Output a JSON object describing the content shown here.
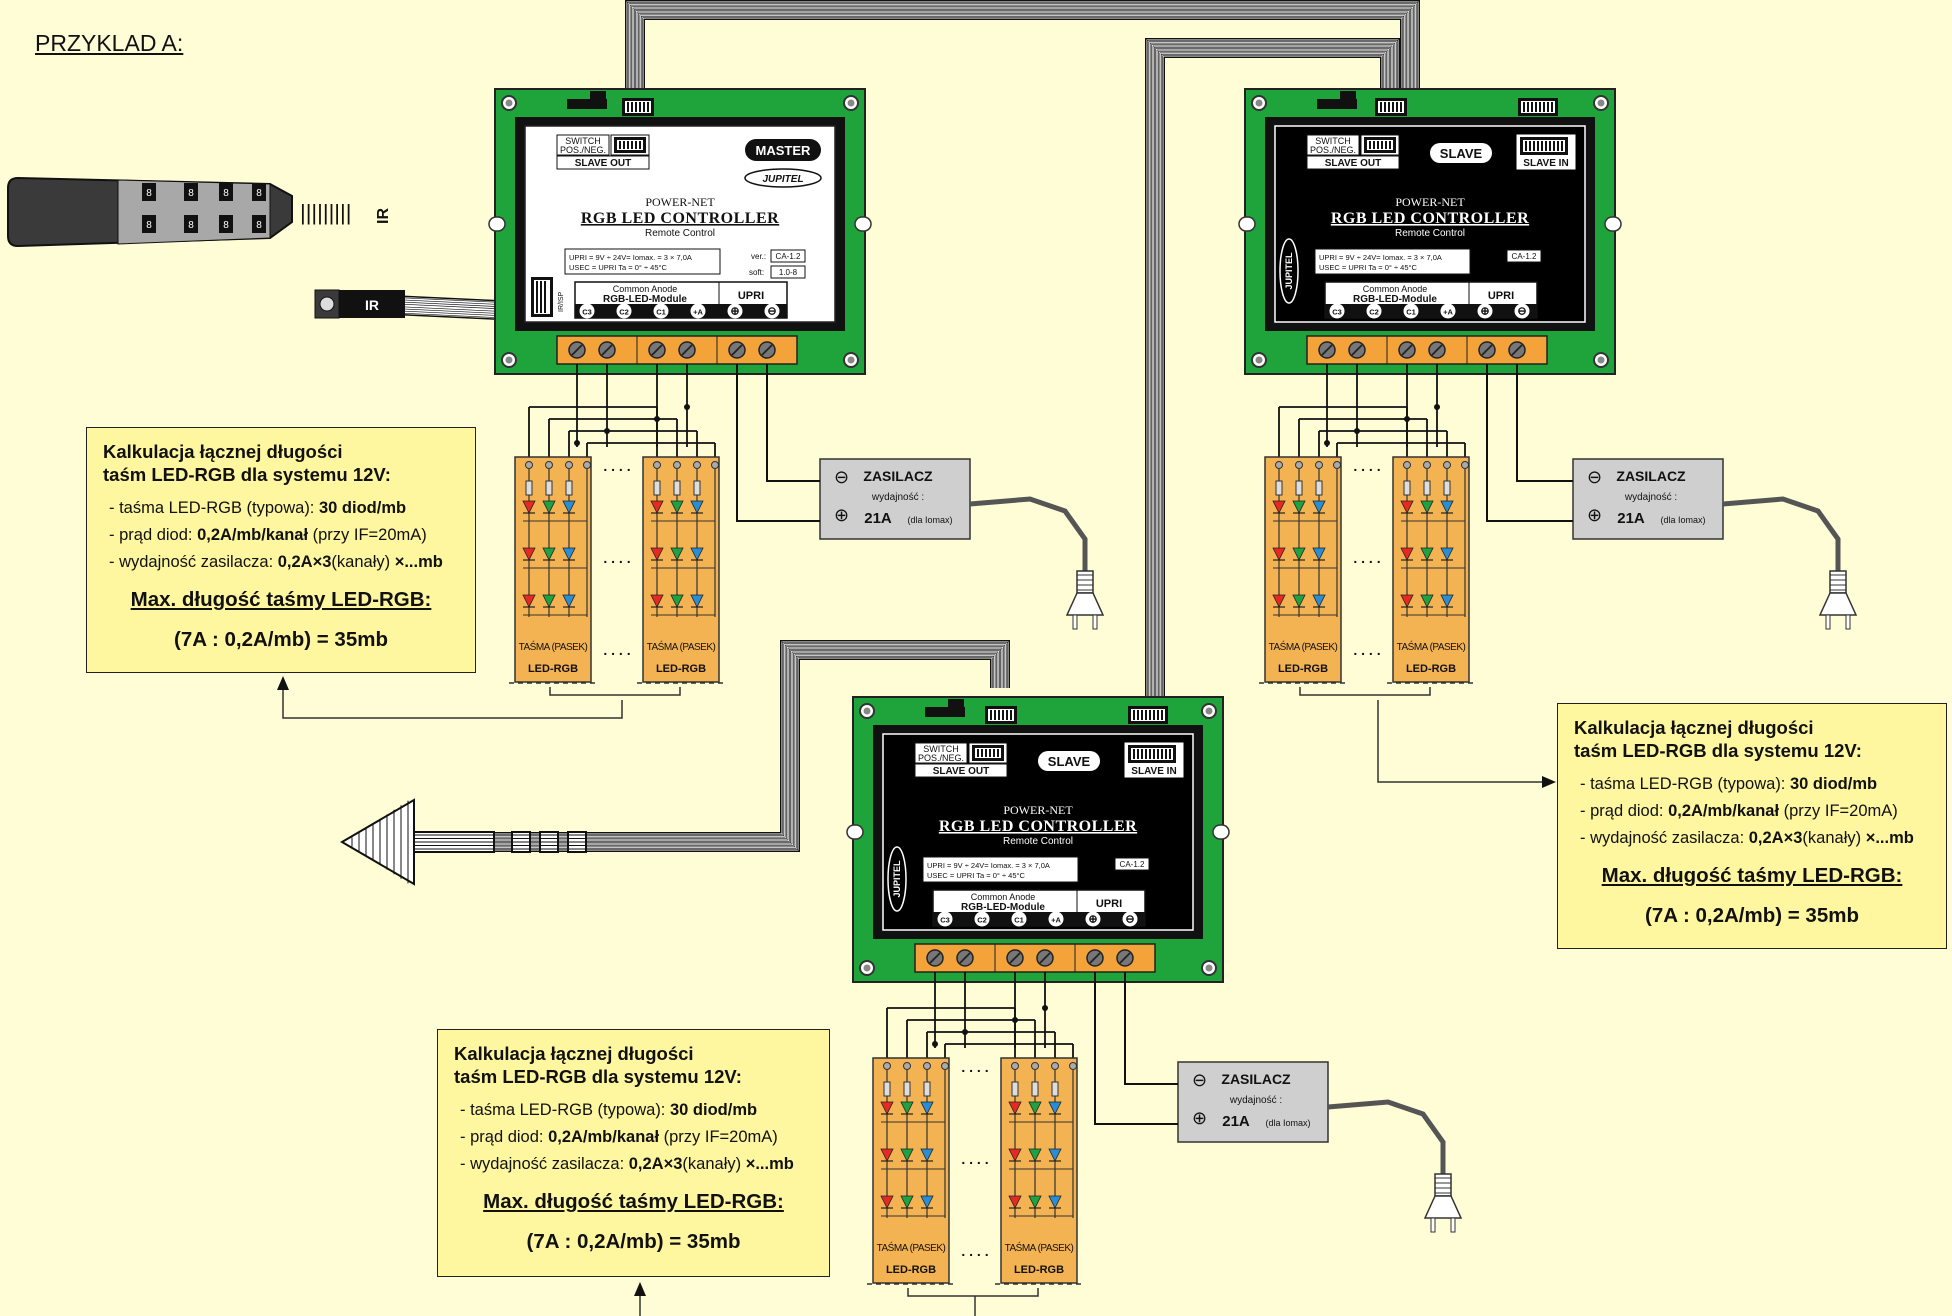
{
  "title": "PRZYKLAD  A:",
  "ir_label": "IR",
  "ir_signal": "|||||||||",
  "remote_buttons": [
    "8",
    "8",
    "8",
    "8"
  ],
  "master": {
    "role": "MASTER",
    "switch": "SWITCH",
    "posneg": "POS./NEG.",
    "slave_out": "SLAVE OUT",
    "brand": "JUPITEL",
    "power_net": "POWER-NET",
    "product": "RGB LED CONTROLLER",
    "remote": "Remote Control",
    "spec1": "UPRI = 9V ÷ 24V=   Iomax. = 3 × 7,0A",
    "spec2": "USEC = UPRI          Ta = 0° ÷ 45°C",
    "ver_label": "ver.:",
    "ver": "CA-1.2",
    "soft_label": "soft:",
    "soft": "1.0-8",
    "ir_isp": "IR/ISP",
    "module_top": "Common Anode",
    "module_bottom": "RGB-LED-Module",
    "upri": "UPRI",
    "terminals": [
      "C3",
      "C2",
      "C1",
      "+A",
      "⊕",
      "⊖"
    ]
  },
  "slave": {
    "role": "SLAVE",
    "switch": "SWITCH",
    "posneg": "POS./NEG.",
    "slave_out": "SLAVE OUT",
    "slave_in": "SLAVE IN",
    "brand": "JUPITEL",
    "power_net": "POWER-NET",
    "product": "RGB LED CONTROLLER",
    "remote": "Remote Control",
    "spec1": "UPRI = 9V ÷ 24V=   Iomax. = 3 × 7,0A",
    "spec2": "USEC = UPRI          Ta = 0° ÷ 45°C",
    "ver": "CA-1.2",
    "module_top": "Common Anode",
    "module_bottom": "RGB-LED-Module",
    "upri": "UPRI",
    "terminals": [
      "C3",
      "C2",
      "C1",
      "+A",
      "⊕",
      "⊖"
    ]
  },
  "psu": {
    "name": "ZASILACZ",
    "capacity_label": "wydajność :",
    "value": "21A",
    "value_note": "(dla Iomax)",
    "minus": "⊖",
    "plus": "⊕"
  },
  "strip": {
    "label1": "TAŚMA (PASEK)",
    "label2": "LED-RGB",
    "dots": ". . . ."
  },
  "note": {
    "heading1": "Kalkulacja łącznej długości",
    "heading2": "taśm LED-RGB dla systemu 12V:",
    "line1_a": "taśma LED-RGB (typowa): ",
    "line1_b": "30 diod/mb",
    "line2_a": "prąd diod: ",
    "line2_b": "0,2A/mb/kanał",
    "line2_c": " (przy IF=20mA)",
    "line3_a": "wydajność zasilacza: ",
    "line3_b": "0,2A×3",
    "line3_c": "(kanały) ",
    "line3_d": "×...mb",
    "max": "Max. długość taśmy LED-RGB:",
    "equation": "(7A : 0,2A/mb) = 35mb"
  },
  "colors": {
    "background": "#fffdd6",
    "pcb": "#1fa33b",
    "terminal_block": "#f3a33a",
    "strip": "#f4b352",
    "led_red": "#e62a22",
    "led_green": "#1ea243",
    "led_blue": "#2a8ed6",
    "psu": "#cfcfcf",
    "note": "#fef7a0"
  }
}
